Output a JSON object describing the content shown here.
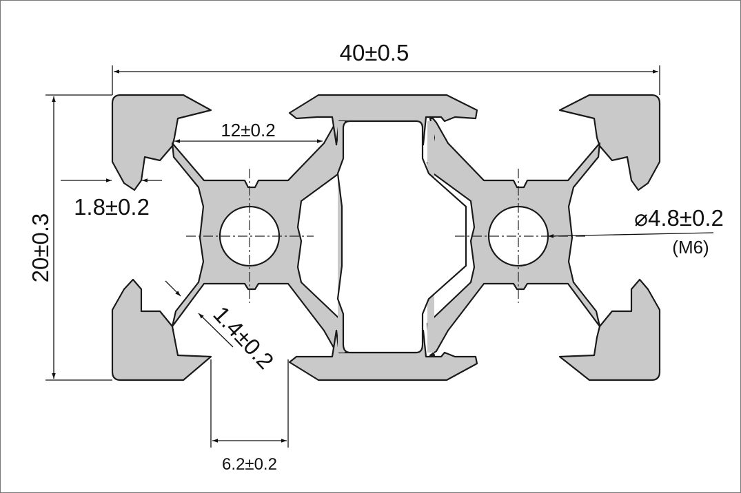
{
  "dimensions": {
    "overall_width": "40±0.5",
    "overall_height": "20±0.3",
    "slot_inner_width": "12±0.2",
    "lip_thickness": "1.8±0.2",
    "web_thickness": "1.4±0.2",
    "slot_opening": "6.2±0.2",
    "center_hole_diameter": "⌀4.8±0.2",
    "thread_note": "(M6)"
  },
  "colors": {
    "profile_fill": "#c9c9c9",
    "profile_stroke": "#1a1a1a",
    "line": "#111111",
    "frame": "#777777"
  }
}
